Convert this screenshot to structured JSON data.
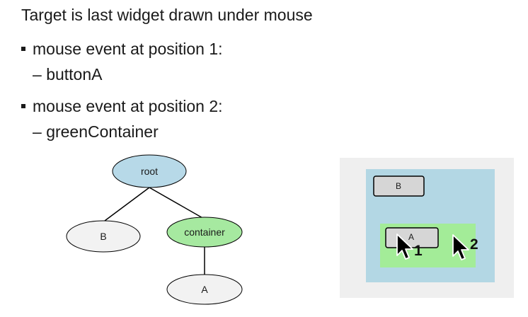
{
  "slide": {
    "title": "Target is last widget drawn under mouse",
    "bullets": [
      {
        "text": "mouse event at position 1:",
        "sub": "buttonA"
      },
      {
        "text": "mouse event at position 2:",
        "sub": "greenContainer"
      }
    ]
  },
  "tree": {
    "nodes": {
      "root": "root",
      "b": "B",
      "container": "container",
      "a": "A"
    }
  },
  "ui_mockup": {
    "button_b_label": "B",
    "button_a_label": "A",
    "cursor_1_label": "1",
    "cursor_2_label": "2"
  },
  "colors": {
    "root_fill": "#b7d9e8",
    "container_fill": "#a6e9a0",
    "leaf_fill": "#f2f2f2",
    "panel_bg": "#b3d7e4",
    "panel_frame": "#efefef",
    "green_container": "#a3ec98",
    "button_fill": "#d6d6d6"
  }
}
